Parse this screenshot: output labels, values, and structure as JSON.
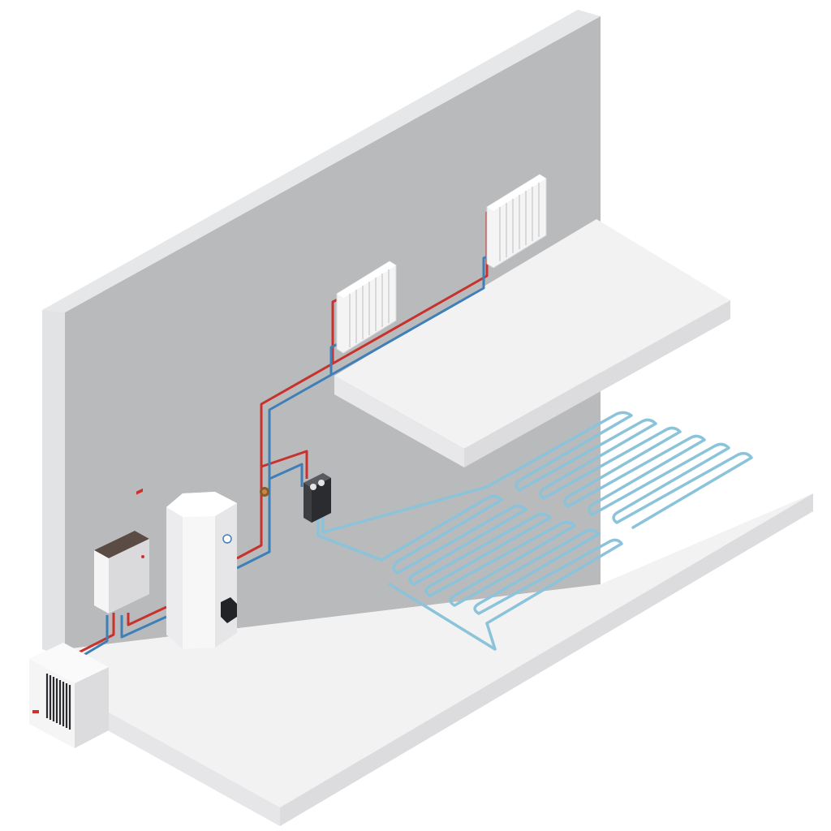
{
  "diagram": {
    "kind": "isometric heating system illustration",
    "components": [
      {
        "id": "outdoor-heat-pump",
        "icon": "heat-pump-icon"
      },
      {
        "id": "indoor-control-unit",
        "icon": "control-box-icon"
      },
      {
        "id": "hot-water-cylinder",
        "icon": "cylinder-tank-icon"
      },
      {
        "id": "radiator-1",
        "icon": "radiator-icon"
      },
      {
        "id": "radiator-2",
        "icon": "radiator-icon"
      },
      {
        "id": "manifold",
        "icon": "manifold-icon"
      },
      {
        "id": "underfloor-heating-loops",
        "icon": "floor-heating-icon"
      }
    ],
    "colors": {
      "wall": "#b9babc",
      "wall_top": "#e6e7e9",
      "floor": "#f2f2f3",
      "floor_edge": "#dcdcde",
      "flow_pipe": "#c8312c",
      "return_pipe": "#3f7fb8",
      "underfloor_pipe": "#8ac3da",
      "accent_red": "#d0302a"
    }
  }
}
